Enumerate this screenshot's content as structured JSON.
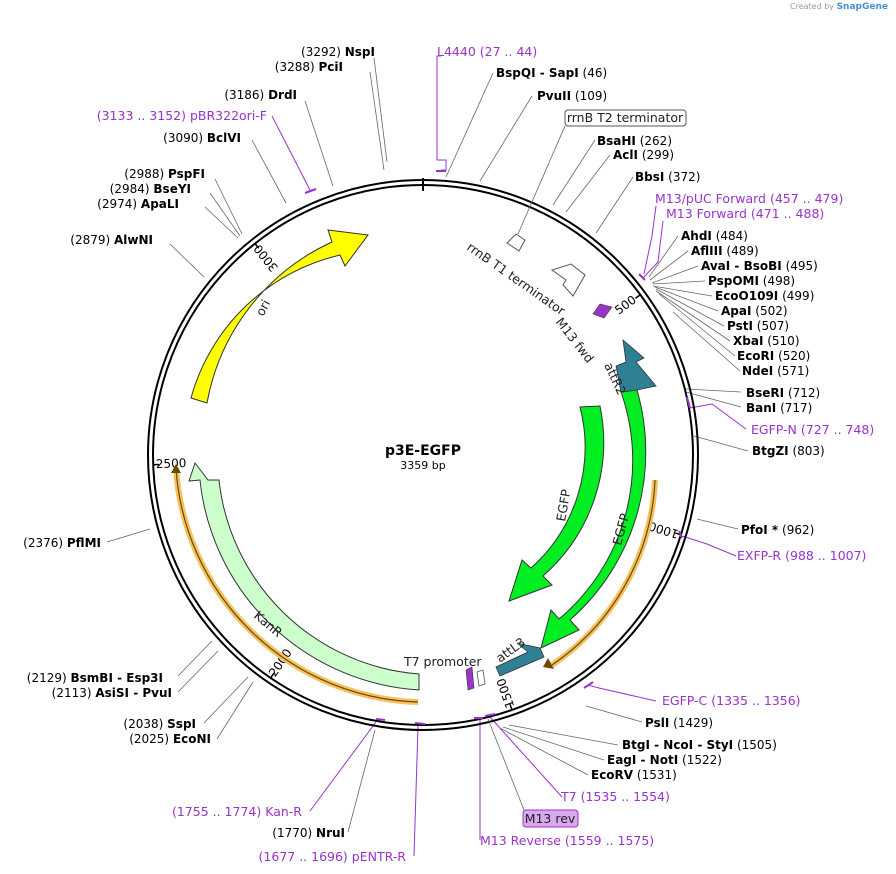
{
  "watermark": {
    "prefix": "Created by",
    "brand": "SnapGene"
  },
  "plasmid": {
    "name": "p3E-EGFP",
    "size": "3359 bp",
    "length": 3359
  },
  "backbone_ticks": [
    {
      "pos": 500,
      "label": "500"
    },
    {
      "pos": 1000,
      "label": "1000"
    },
    {
      "pos": 1500,
      "label": "1500"
    },
    {
      "pos": 2000,
      "label": "2000"
    },
    {
      "pos": 2500,
      "label": "2500"
    },
    {
      "pos": 3000,
      "label": "3000"
    }
  ],
  "enzymes": [
    {
      "name": "NspI",
      "pos_label": "(3292)",
      "side": "left"
    },
    {
      "name": "PciI",
      "pos_label": "(3288)",
      "side": "left"
    },
    {
      "name": "DrdI",
      "pos_label": "(3186)",
      "side": "left"
    },
    {
      "name": "BclVI",
      "pos_label": "(3090)",
      "side": "left"
    },
    {
      "name": "PspFI",
      "pos_label": "(2988)",
      "side": "left"
    },
    {
      "name": "BseYI",
      "pos_label": "(2984)",
      "side": "left"
    },
    {
      "name": "ApaLI",
      "pos_label": "(2974)",
      "side": "left"
    },
    {
      "name": "AlwNI",
      "pos_label": "(2879)",
      "side": "left"
    },
    {
      "name": "PflMI",
      "pos_label": "(2376)",
      "side": "left"
    },
    {
      "name": "BsmBI - Esp3I",
      "pos_label": "(2129)",
      "side": "left"
    },
    {
      "name": "AsiSI - PvuI",
      "pos_label": "(2113)",
      "side": "left"
    },
    {
      "name": "SspI",
      "pos_label": "(2038)",
      "side": "left"
    },
    {
      "name": "EcoNI",
      "pos_label": "(2025)",
      "side": "left"
    },
    {
      "name": "NruI",
      "pos_label": "(1770)",
      "side": "left"
    },
    {
      "name": "BspQI - SapI",
      "pos_label": "(46)",
      "side": "right"
    },
    {
      "name": "PvuII",
      "pos_label": "(109)",
      "side": "right"
    },
    {
      "name": "BsaHI",
      "pos_label": "(262)",
      "side": "right"
    },
    {
      "name": "AclI",
      "pos_label": "(299)",
      "side": "right"
    },
    {
      "name": "BbsI",
      "pos_label": "(372)",
      "side": "right"
    },
    {
      "name": "AhdI",
      "pos_label": "(484)",
      "side": "right"
    },
    {
      "name": "AflIII",
      "pos_label": "(489)",
      "side": "right"
    },
    {
      "name": "AvaI - BsoBI",
      "pos_label": "(495)",
      "side": "right"
    },
    {
      "name": "PspOMI",
      "pos_label": "(498)",
      "side": "right"
    },
    {
      "name": "EcoO109I",
      "pos_label": "(499)",
      "side": "right"
    },
    {
      "name": "ApaI",
      "pos_label": "(502)",
      "side": "right"
    },
    {
      "name": "PstI",
      "pos_label": "(507)",
      "side": "right"
    },
    {
      "name": "XbaI",
      "pos_label": "(510)",
      "side": "right"
    },
    {
      "name": "EcoRI",
      "pos_label": "(520)",
      "side": "right"
    },
    {
      "name": "NdeI",
      "pos_label": "(571)",
      "side": "right"
    },
    {
      "name": "BseRI",
      "pos_label": "(712)",
      "side": "right"
    },
    {
      "name": "BanI",
      "pos_label": "(717)",
      "side": "right"
    },
    {
      "name": "BtgZI",
      "pos_label": "(803)",
      "side": "right"
    },
    {
      "name": "PfoI *",
      "pos_label": "(962)",
      "side": "right"
    },
    {
      "name": "PslI",
      "pos_label": "(1429)",
      "side": "right"
    },
    {
      "name": "BtgI - NcoI - StyI",
      "pos_label": "(1505)",
      "side": "right"
    },
    {
      "name": "EagI - NotI",
      "pos_label": "(1522)",
      "side": "right"
    },
    {
      "name": "EcoRV",
      "pos_label": "(1531)",
      "side": "right"
    }
  ],
  "primers": [
    {
      "name": "L4440",
      "range": "(27 .. 44)"
    },
    {
      "name": "pBR322ori-F",
      "range": "(3133 .. 3152)"
    },
    {
      "name": "M13/pUC Forward",
      "range": "(457 .. 479)"
    },
    {
      "name": "M13 Forward",
      "range": "(471 .. 488)"
    },
    {
      "name": "EGFP-N",
      "range": "(727 .. 748)"
    },
    {
      "name": "EXFP-R",
      "range": "(988 .. 1007)"
    },
    {
      "name": "EGFP-C",
      "range": "(1335 .. 1356)"
    },
    {
      "name": "T7",
      "range": "(1535 .. 1554)"
    },
    {
      "name": "M13 Reverse",
      "range": "(1559 .. 1575)"
    },
    {
      "name": "pENTR-R",
      "range": "(1677 .. 1696)"
    },
    {
      "name": "Kan-R",
      "range": "(1755 .. 1774)"
    }
  ],
  "boxed_labels": {
    "rrnB_T2": "rrnB T2 terminator",
    "M13_rev": "M13 rev"
  },
  "features": {
    "rrnB_T1": "rrnB T1 terminator",
    "M13_fwd": "M13 fwd",
    "attR2": "attR2",
    "EGFP_inner": "EGFP",
    "EGFP_outer": "EGFP",
    "attL3": "attL3",
    "T7_promoter": "T7 promoter",
    "KanR": "KanR",
    "ori": "ori"
  },
  "colors": {
    "backbone": "#000000",
    "primer": "#9933cc",
    "ori": "#ffff00",
    "egfp": "#00ee22",
    "att": "#2f7f95",
    "kanr": "#ccffcc",
    "orf": "#f5c060",
    "leader": "#666666"
  }
}
